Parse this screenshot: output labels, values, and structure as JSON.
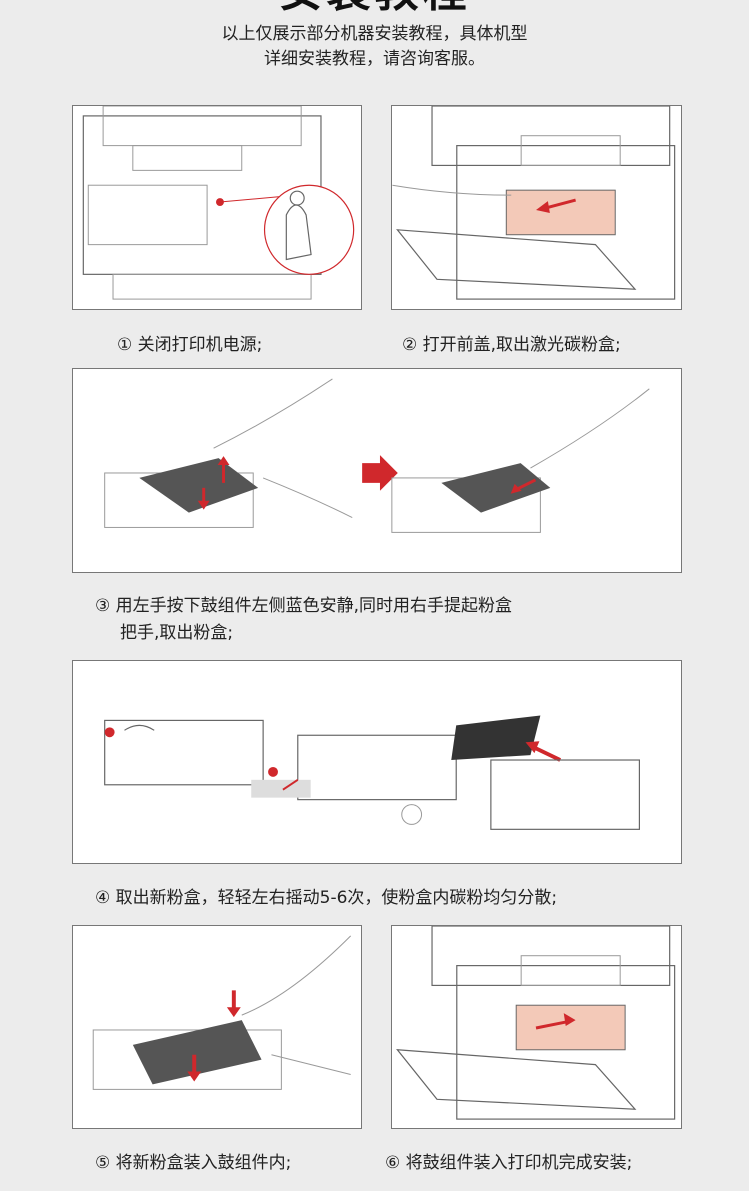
{
  "header": {
    "title": "安装教程",
    "intro_line1": "以上仅展示部分机器安装教程，具体机型",
    "intro_line2": "详细安装教程，请咨询客服。"
  },
  "steps": [
    {
      "caption": "① 关闭打印机电源;"
    },
    {
      "caption": "② 打开前盖,取出激光碳粉盒;"
    },
    {
      "caption_line1": "③ 用左手按下鼓组件左侧蓝色安静,同时用右手提起粉盒",
      "caption_line2": "把手,取出粉盒;"
    },
    {
      "caption": "④ 取出新粉盒，轻轻左右摇动5-6次，使粉盒内碳粉均匀分散;"
    },
    {
      "caption": "⑤ 将新粉盒装入鼓组件内;"
    },
    {
      "caption": "⑥ 将鼓组件装入打印机完成安装;"
    }
  ],
  "colors": {
    "background": "#ececec",
    "accent_red": "#d0282c",
    "panel_border": "#777777"
  }
}
